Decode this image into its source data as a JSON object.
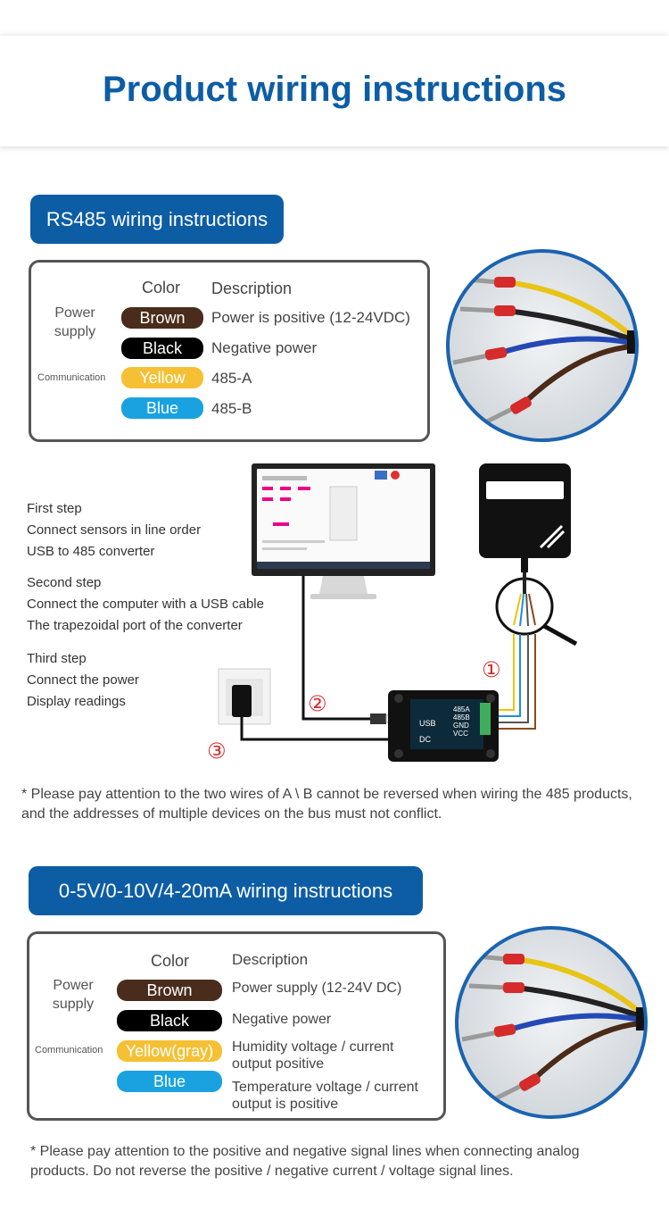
{
  "title": "Product wiring instructions",
  "colors": {
    "brand_blue": "#0d5da5",
    "brown": "#4a2c1c",
    "black": "#000000",
    "yellow": "#f5c033",
    "blue": "#1aa2e0"
  },
  "rs485": {
    "heading": "RS485 wiring instructions",
    "col_color": "Color",
    "col_description": "Description",
    "group_power": "Power supply",
    "group_comm": "Communication",
    "rows": [
      {
        "color": "Brown",
        "desc": "Power is positive (12-24VDC)"
      },
      {
        "color": "Black",
        "desc": "Negative power"
      },
      {
        "color": "Yellow",
        "desc": "485-A"
      },
      {
        "color": "Blue",
        "desc": "485-B"
      }
    ]
  },
  "steps": {
    "first_title": "First step",
    "first_l1": "Connect sensors in line order",
    "first_l2": "USB to 485 converter",
    "second_title": "Second step",
    "second_l1": "Connect the computer with a USB cable",
    "second_l2": "The trapezoidal port of the converter",
    "third_title": "Third step",
    "third_l1": "Connect the power",
    "third_l2": "Display readings"
  },
  "diagram": {
    "marker1": "①",
    "marker2": "②",
    "marker3": "③",
    "usb_label": "USB",
    "dc_label": "DC",
    "port_485a": "485A",
    "port_485b": "485B",
    "port_gnd": "GND",
    "port_vcc": "VCC"
  },
  "note_485": "* Please pay attention to the two wires of A \\ B cannot be reversed when wiring the 485 products, and the addresses of multiple devices on the bus must not conflict.",
  "analog": {
    "heading": "0-5V/0-10V/4-20mA wiring instructions",
    "col_color": "Color",
    "col_description": "Description",
    "group_power": "Power supply",
    "group_comm": "Communication",
    "rows": [
      {
        "color": "Brown",
        "desc": "Power supply (12-24V DC)"
      },
      {
        "color": "Black",
        "desc": "Negative power"
      },
      {
        "color": "Yellow(gray)",
        "desc": "Humidity voltage / current output positive"
      },
      {
        "color": "Blue",
        "desc": "Temperature voltage / current output is positive"
      }
    ]
  },
  "note_analog": "* Please pay attention to the positive and negative signal lines when connecting analog products. Do not reverse the positive / negative current / voltage signal lines."
}
